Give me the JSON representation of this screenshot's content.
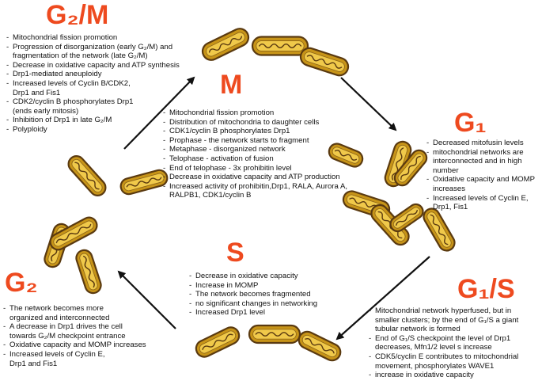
{
  "colors": {
    "title": "#ee4a1f",
    "mito_outer": "#5a3a10",
    "mito_body": "#c79418",
    "mito_inner": "#f0c94a",
    "arrow": "#111111"
  },
  "phases": {
    "g2m": {
      "title": "G₂/M",
      "items": [
        [
          "Mitochondrial fission promotion"
        ],
        [
          "Progression of disorganization (early G₂/M) and",
          "fragmentation of the network (late G₂/M)"
        ],
        [
          "Decrease in oxidative capacity and ATP synthesis"
        ],
        [
          "Drp1-mediated aneuploidy"
        ],
        [
          "Increased levels of Cyclin B/CDK2,",
          "Drp1 and Fis1"
        ],
        [
          "CDK2/cyclin B phosphorylates Drp1",
          "(ends early mitosis)"
        ],
        [
          "Inhibition of Drp1 in late G₂/M"
        ],
        [
          "Polyploidy"
        ]
      ]
    },
    "m": {
      "title": "M",
      "items": [
        [
          "Mitochondrial fission promotion"
        ],
        [
          "Distribution of mitochondria to daughter cells"
        ],
        [
          "CDK1/cyclin B phosphorylates Drp1"
        ],
        [
          "Prophase - the network starts to fragment"
        ],
        [
          "Metaphase - disorganized network"
        ],
        [
          "Telophase - activation of fusion"
        ],
        [
          "End of telophase - 3x prohibitin level"
        ],
        [
          "Decrease in oxidative capacity and ATP production"
        ],
        [
          "Increased activity of prohibitin,Drp1, RALA, Aurora A,",
          "RALPB1, CDK1/cyclin B"
        ]
      ]
    },
    "g1": {
      "title": "G₁",
      "items": [
        [
          "Decreased mitofusin levels"
        ],
        [
          "mitochondrial networks are",
          "interconnected and in high",
          "number"
        ],
        [
          "Oxidative capacity and MOMP",
          "increases"
        ],
        [
          "Increased levels of Cyclin E,",
          "Drp1, Fis1"
        ]
      ]
    },
    "g1s": {
      "title": "G₁/S",
      "items": [
        [
          "Mitochondrial network hyperfused, but in",
          "smaller clusters; by the end of G₁/S  a giant",
          "tubular network is formed"
        ],
        [
          "End of G₁/S checkpoint the level of Drp1",
          "decreases, Mfn1/2 level s increase"
        ],
        [
          "CDK5/cyclin E contributes to mitochondrial",
          "movement, phosphorylates WAVE1"
        ],
        [
          "increase in oxidative capacity"
        ]
      ]
    },
    "s": {
      "title": "S",
      "items": [
        [
          "Decrease in oxidative capacity"
        ],
        [
          "Increase in MOMP"
        ],
        [
          "The network becomes fragmented"
        ],
        [
          "no significant changes in networking"
        ],
        [
          "Increased Drp1 level"
        ]
      ]
    },
    "g2": {
      "title": "G₂",
      "items": [
        [
          "The network becomes more",
          "organized and interconnected"
        ],
        [
          "A decrease in Drp1 drives the cell",
          "towards G₂/M checkpoint entrance"
        ],
        [
          "Oxidative capacity and MOMP increases"
        ],
        [
          "Increased levels of Cyclin E,",
          "Drp1 and Fis1"
        ]
      ]
    }
  }
}
